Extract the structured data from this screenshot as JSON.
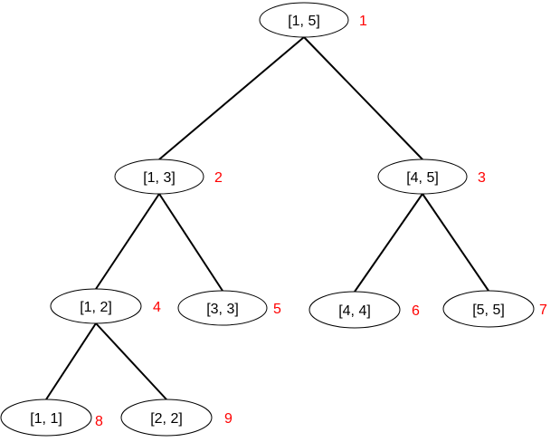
{
  "diagram": {
    "type": "segment-tree",
    "index_color": "#ff0000",
    "nodes": [
      {
        "label": "[1, 5]",
        "index": "1"
      },
      {
        "label": "[1, 3]",
        "index": "2"
      },
      {
        "label": "[4, 5]",
        "index": "3"
      },
      {
        "label": "[1, 2]",
        "index": "4"
      },
      {
        "label": "[3, 3]",
        "index": "5"
      },
      {
        "label": "[4, 4]",
        "index": "6"
      },
      {
        "label": "[5, 5]",
        "index": "7"
      },
      {
        "label": "[1, 1]",
        "index": "8"
      },
      {
        "label": "[2, 2]",
        "index": "9"
      }
    ],
    "edges": [
      {
        "from": "1",
        "to": "2"
      },
      {
        "from": "1",
        "to": "3"
      },
      {
        "from": "2",
        "to": "4"
      },
      {
        "from": "2",
        "to": "5"
      },
      {
        "from": "3",
        "to": "6"
      },
      {
        "from": "3",
        "to": "7"
      },
      {
        "from": "4",
        "to": "8"
      },
      {
        "from": "4",
        "to": "9"
      }
    ]
  }
}
